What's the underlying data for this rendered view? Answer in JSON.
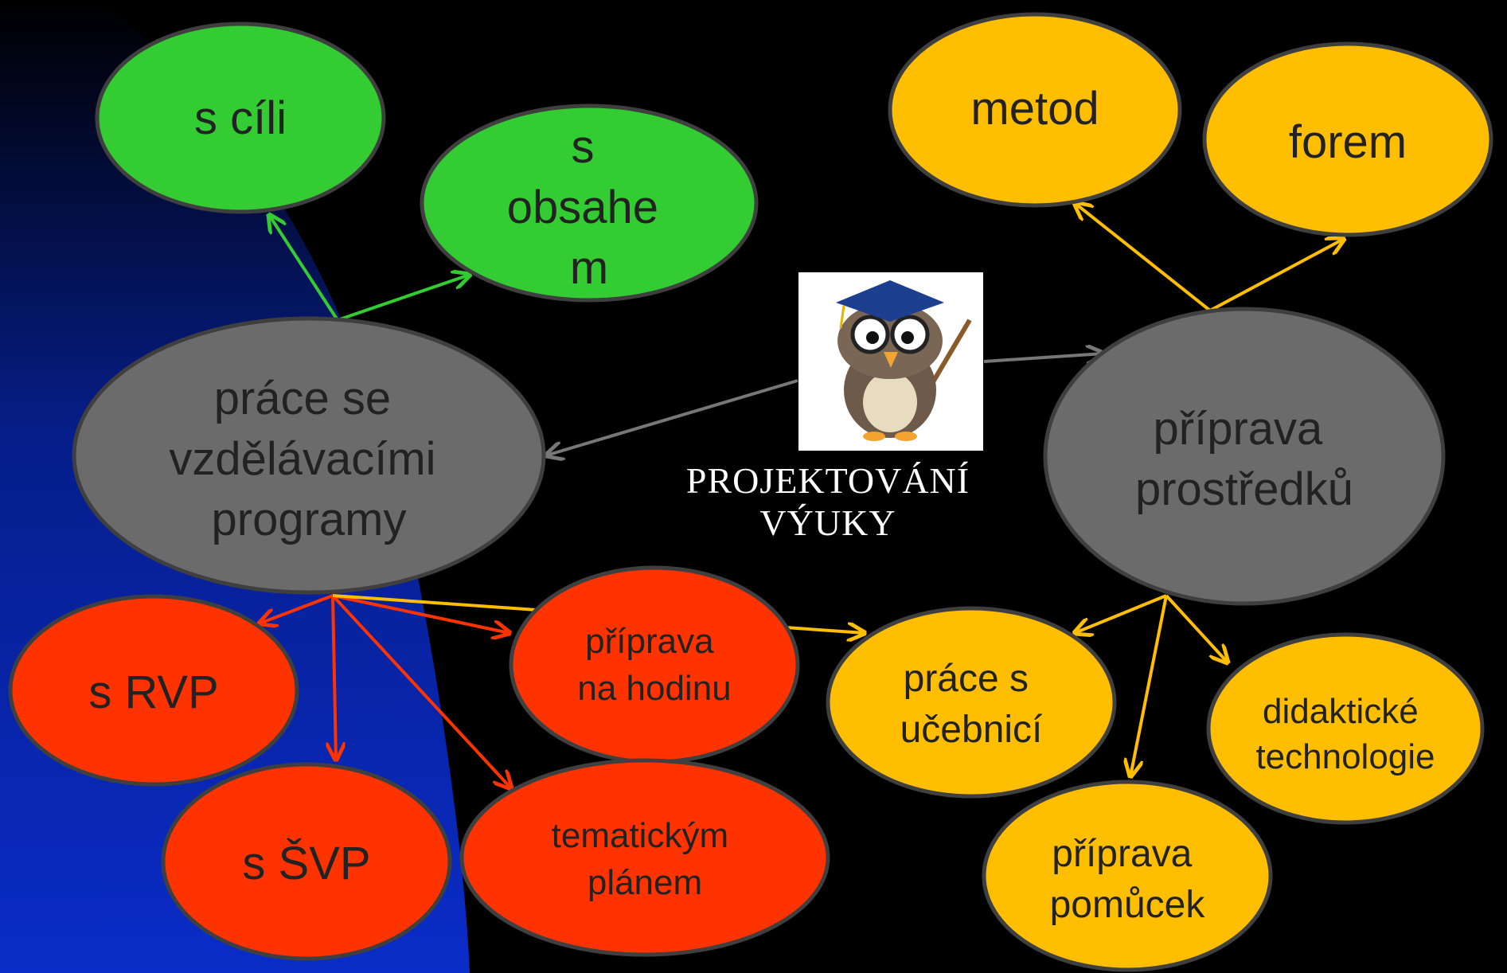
{
  "center": {
    "title_lines": [
      "PROJEKTOVÁNÍ",
      "VÝUKY"
    ],
    "image": "owl-teacher-icon"
  },
  "colors": {
    "green": "#33cc33",
    "gray": "#6b6b6b",
    "red": "#ff3300",
    "gold": "#ffbf00",
    "border": "#3f3f3f",
    "bg_blue": "#0a2cc8"
  },
  "nodes": {
    "s_cili": {
      "lines": [
        "s cíli"
      ]
    },
    "s_obsahem": {
      "lines": [
        "s",
        "obsahe",
        "m"
      ]
    },
    "prace_programy": {
      "lines": [
        "práce se",
        "vzdělávacími",
        "programy"
      ]
    },
    "metod": {
      "lines": [
        "metod"
      ]
    },
    "forem": {
      "lines": [
        "forem"
      ]
    },
    "priprava_prostredku": {
      "lines": [
        "příprava",
        "prostředků"
      ]
    },
    "s_rvp": {
      "lines": [
        "s RVP"
      ]
    },
    "s_svp": {
      "lines": [
        "s ŠVP"
      ]
    },
    "priprava_hodinu": {
      "lines": [
        "příprava",
        "na hodinu"
      ]
    },
    "tematickym_planem": {
      "lines": [
        "tematickým",
        "plánem"
      ]
    },
    "prace_ucebnici": {
      "lines": [
        "práce s",
        "učebnicí"
      ]
    },
    "didakticke_technologie": {
      "lines": [
        "didaktické",
        "technologie"
      ]
    },
    "priprava_pomucek": {
      "lines": [
        "příprava",
        "pomůcek"
      ]
    }
  }
}
